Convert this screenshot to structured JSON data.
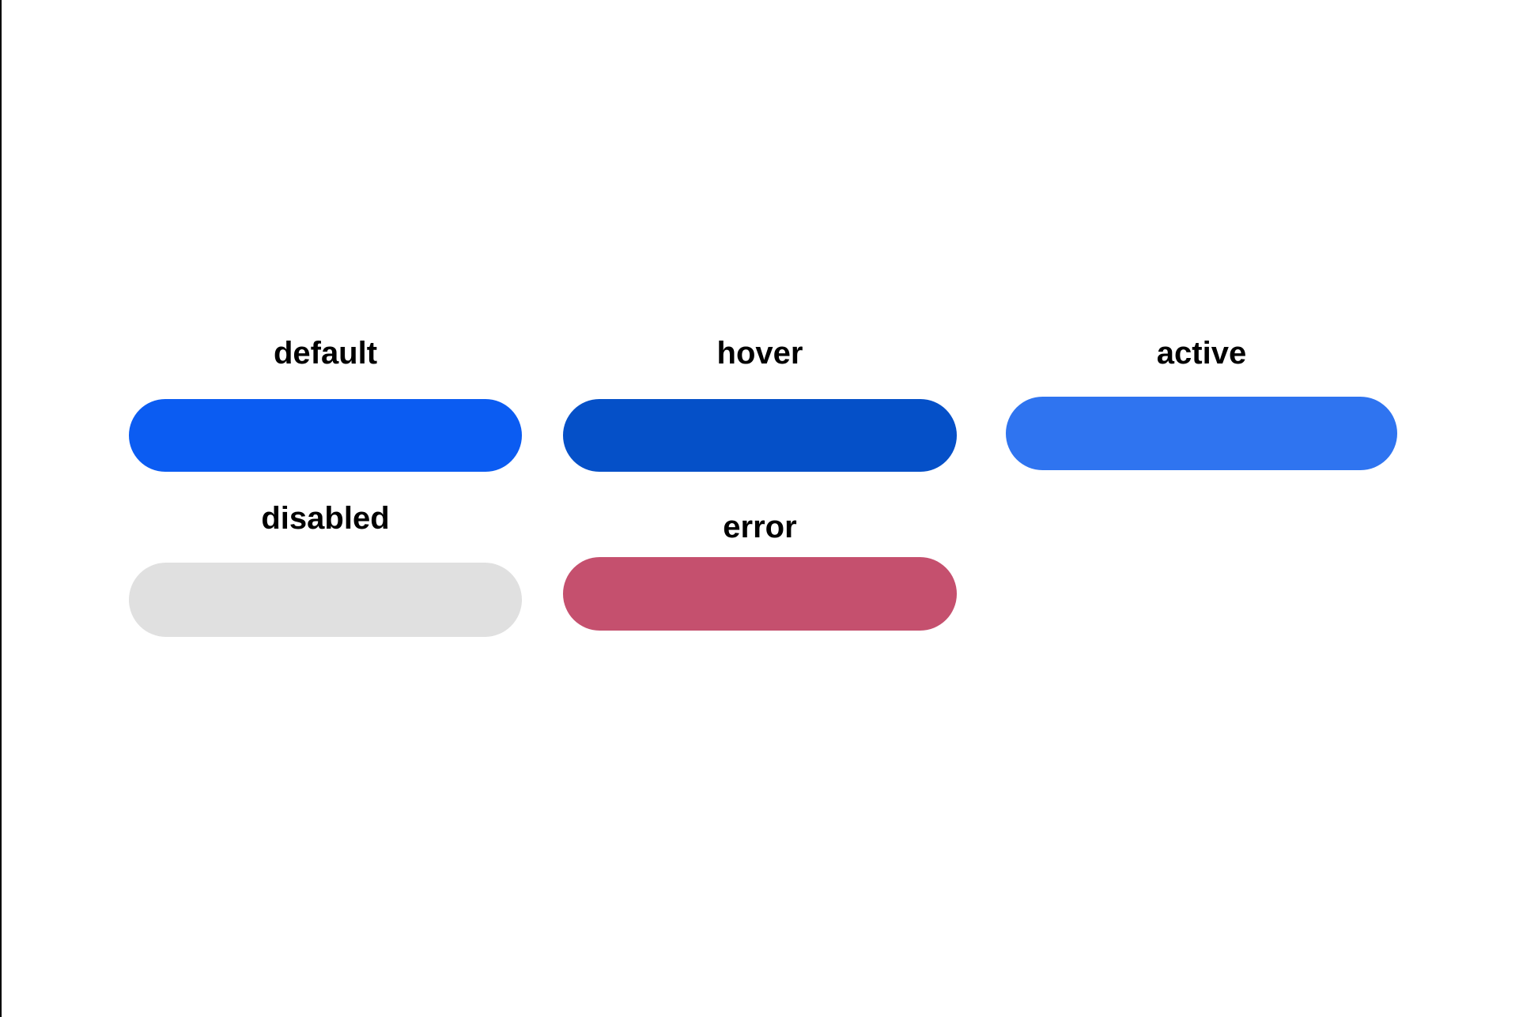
{
  "page": {
    "background_color": "#ffffff",
    "edge_line_color": "#000000",
    "label_text_color": "#000000"
  },
  "states": [
    {
      "name": "default",
      "label": "default",
      "color": "#0B5CF2"
    },
    {
      "name": "hover",
      "label": "hover",
      "color": "#0550C8"
    },
    {
      "name": "active",
      "label": "active",
      "color": "#2F74F0"
    },
    {
      "name": "disabled",
      "label": "disabled",
      "color": "#E0E0E0"
    },
    {
      "name": "error",
      "label": "error",
      "color": "#C5506E"
    }
  ]
}
